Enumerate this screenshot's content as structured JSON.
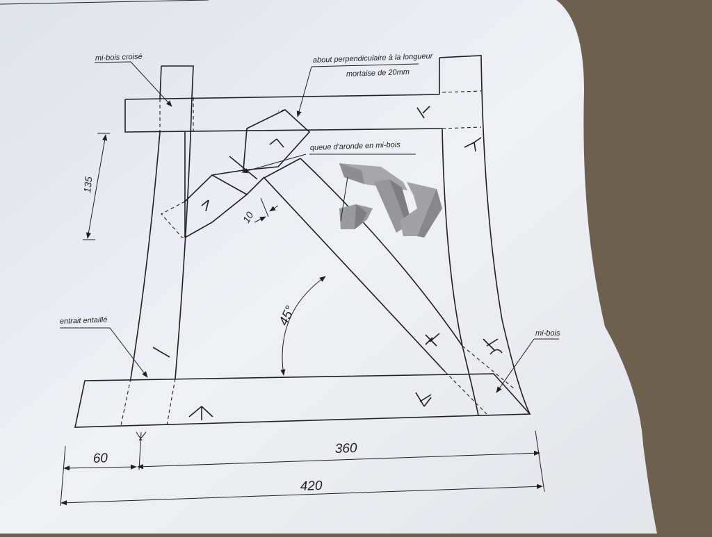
{
  "labels": {
    "mi_bois_croise": "mi-bois croisé",
    "about_line1": "about perpendiculaire à la longueur",
    "about_line2": "mortaise de 20mm",
    "queue_aronde": "queue d'aronde en mi-bois",
    "entrait": "entrait entaillé",
    "mi_bois": "mi-bois"
  },
  "dimensions": {
    "d135": "135",
    "d10": "10",
    "angle": "45°",
    "d60": "60",
    "d360": "360",
    "d420": "420"
  },
  "colors": {
    "paper": "#e9ecf1",
    "ink": "#1e1e24",
    "background": "#6b5e4e",
    "render": "#9a9a9e"
  }
}
